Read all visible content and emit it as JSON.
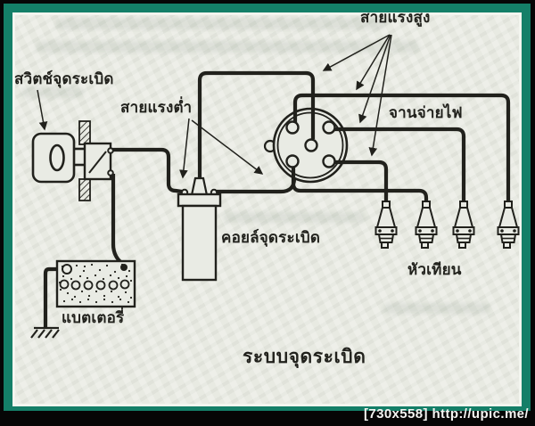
{
  "diagram": {
    "title": "ระบบจุดระเบิด",
    "labels": {
      "ignition_switch": "สวิตช์จุดระเบิด",
      "low_voltage_wire": "สายแรงต่ำ",
      "high_voltage_wire": "สายแรงสูง",
      "distributor": "จานจ่ายไฟ",
      "ignition_coil": "คอยล์จุดระเบิด",
      "spark_plug": "หัวเทียน",
      "battery": "แบตเตอรี่"
    },
    "components": [
      "ignition-key-icon",
      "ignition-switch-icon",
      "battery-icon",
      "ground-symbol-icon",
      "ignition-coil-icon",
      "distributor-cap-icon",
      "spark-plug-icon"
    ],
    "spark_plug_count": 4,
    "distributor_terminal_count": 5
  },
  "watermark": "[730x558] http://upic.me/",
  "colors": {
    "frame_black": "#060606",
    "border_teal": "#147f68",
    "inner_line_white": "#f3f5ef",
    "paper": "#e8eae2",
    "ink": "#21211c"
  }
}
